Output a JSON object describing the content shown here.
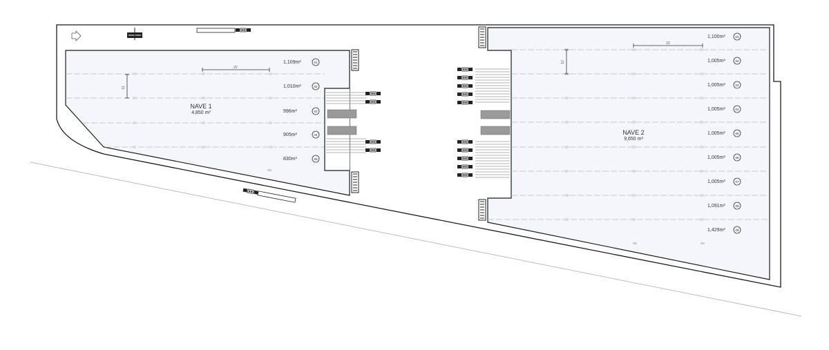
{
  "nave1": {
    "name": "NAVE 1",
    "area": "4,850 m²",
    "modules": [
      {
        "area": "1,109m²",
        "tag": "01"
      },
      {
        "area": "1,010m²",
        "tag": "02"
      },
      {
        "area": "996m²",
        "tag": "03"
      },
      {
        "area": "905m²",
        "tag": "04"
      },
      {
        "area": "830m²",
        "tag": "05"
      }
    ],
    "dim_width": "22",
    "dim_height": "11"
  },
  "nave2": {
    "name": "NAVE 2",
    "area": "9,650 m²",
    "modules": [
      {
        "area": "1,100m²",
        "tag": "01"
      },
      {
        "area": "1,005m²",
        "tag": "02"
      },
      {
        "area": "1,005m²",
        "tag": "03"
      },
      {
        "area": "1,005m²",
        "tag": "04"
      },
      {
        "area": "1,005m²",
        "tag": "05"
      },
      {
        "area": "1,005m²",
        "tag": "06"
      },
      {
        "area": "1,005m²",
        "tag": "07"
      },
      {
        "area": "1,091m²",
        "tag": "08"
      },
      {
        "area": "1,429m²",
        "tag": "09"
      }
    ],
    "dim_width": "22",
    "dim_height": "12"
  },
  "colors": {
    "floor_fill": "#f3f7fb",
    "line": "#1a1a1a",
    "module_line": "#b9b9b9",
    "dock_fill": "#9a9a9a",
    "icon_dark": "#222222"
  },
  "icons": {
    "entry": "entry-arrow-icon",
    "gate": "gate-icon",
    "truck": "truck-icon"
  }
}
